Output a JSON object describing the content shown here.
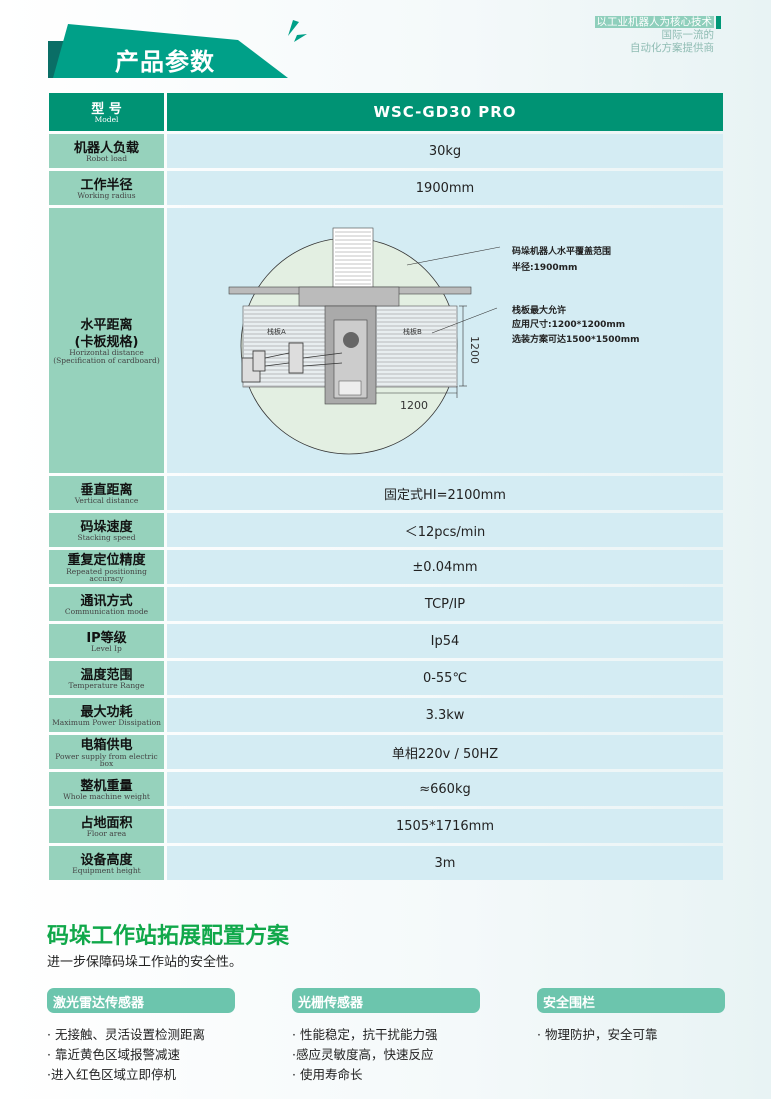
{
  "header": {
    "title": "产品参数",
    "slogan_line1": "以工业机器人为核心技术",
    "slogan_line2": "国际一流的",
    "slogan_line3": "自动化方案提供商"
  },
  "specs": {
    "model": {
      "zh": "型 号",
      "en": "Model",
      "value": "WSC-GD30  PRO"
    },
    "rows_top": [
      {
        "zh": "机器人负载",
        "en": "Robot load",
        "value": "30kg"
      },
      {
        "zh": "工作半径",
        "en": "Working radius",
        "value": "1900mm"
      }
    ],
    "horizontal": {
      "zh1": "水平距离",
      "zh2": "(卡板规格)",
      "en1": "Horizontal distance",
      "en2": "(Specification of cardboard)",
      "diagram": {
        "coverage_label": "码垛机器人水平覆盖范围",
        "radius_label": "半径:1900mm",
        "pallet_label1": "栈板最大允许",
        "pallet_label2": "应用尺寸:1200*1200mm",
        "pallet_label3": "选装方案可达1500*1500mm",
        "pallet_a": "栈板A",
        "pallet_b": "栈板B",
        "dim_vertical": "1200",
        "dim_horizontal": "1200"
      }
    },
    "rows": [
      {
        "zh": "垂直距离",
        "en": "Vertical distance",
        "value": "固定式HI=2100mm"
      },
      {
        "zh": "码垛速度",
        "en": "Stacking speed",
        "value": "＜12pcs/min"
      },
      {
        "zh": "重复定位精度",
        "en": "Repeated positioning accuracy",
        "value": "±0.04mm"
      },
      {
        "zh": "通讯方式",
        "en": "Communication mode",
        "value": "TCP/IP"
      },
      {
        "zh": "IP等级",
        "en": "Level Ip",
        "value": "Ip54"
      },
      {
        "zh": "温度范围",
        "en": "Temperature Range",
        "value": "0-55℃"
      },
      {
        "zh": "最大功耗",
        "en": "Maximum Power Dissipation",
        "value": "3.3kw"
      },
      {
        "zh": "电箱供电",
        "en": "Power supply from electric box",
        "value": "单相220v / 50HZ"
      },
      {
        "zh": "整机重量",
        "en": "Whole machine weight",
        "value": "≈660kg"
      },
      {
        "zh": "占地面积",
        "en": "Floor area",
        "value": "1505*1716mm"
      },
      {
        "zh": "设备高度",
        "en": "Equipment height",
        "value": "3m"
      }
    ]
  },
  "expansion": {
    "title": "码垛工作站拓展配置方案",
    "subtitle": "进一步保障码垛工作站的安全性。",
    "columns": [
      {
        "title": "激光雷达传感器",
        "items": [
          "· 无接触、灵活设置检测距离",
          "· 靠近黄色区域报警减速",
          "·进入红色区域立即停机"
        ]
      },
      {
        "title": "光栅传感器",
        "items": [
          "· 性能稳定，抗干扰能力强",
          "·感应灵敏度高，快速反应",
          "· 使用寿命长"
        ]
      },
      {
        "title": "安全围栏",
        "items": [
          "· 物理防护，安全可靠"
        ]
      }
    ]
  },
  "colors": {
    "brand": "#009374",
    "label_bg": "#96d2bc",
    "value_bg": "#d4ecf3",
    "accent_green": "#10a84a",
    "pill": "#6cc5ad"
  }
}
